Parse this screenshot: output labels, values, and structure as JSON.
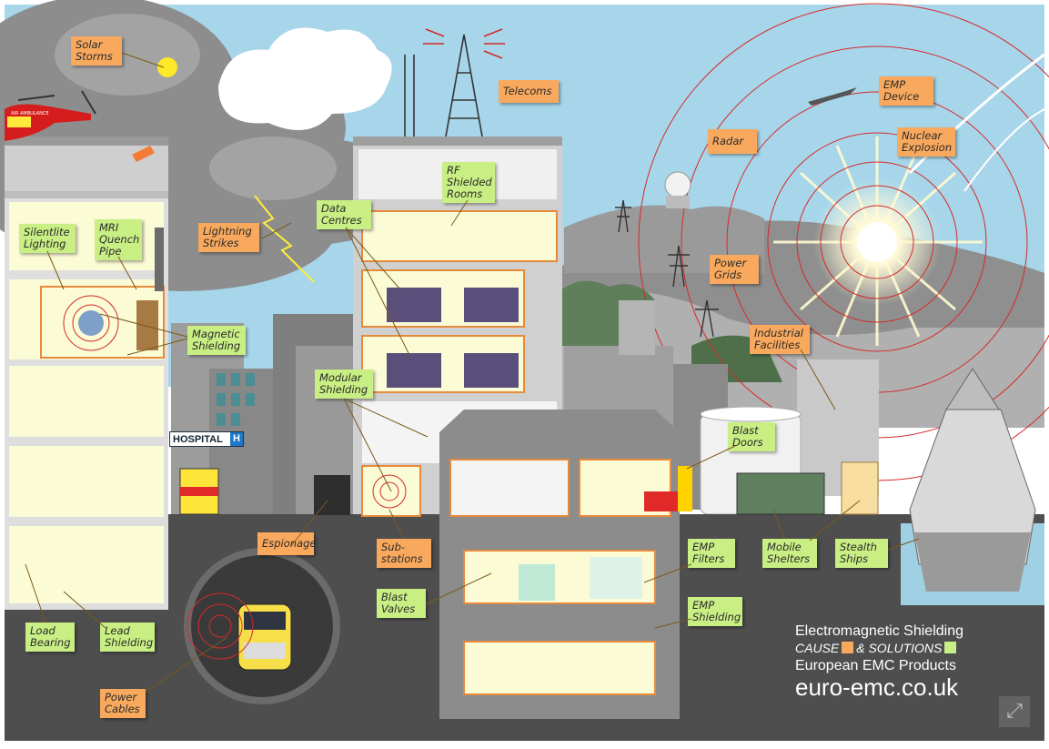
{
  "legend": {
    "line1": "Electromagnetic Shielding",
    "cause": "CAUSE",
    "solutions": "& SOLUTIONS",
    "line3": "European EMC Products",
    "url": "euro-emc.co.uk",
    "cause_color": "#f8a95e",
    "solution_color": "#c8ee84"
  },
  "signs": {
    "hospital": "HOSPITAL",
    "hospital_h": "H",
    "air_ambulance": "AIR AMBULANCE"
  },
  "causes": {
    "solar_storms": [
      "Solar",
      "Storms"
    ],
    "telecoms": [
      "Telecoms"
    ],
    "lightning": [
      "Lightning",
      "Strikes"
    ],
    "radar": [
      "Radar"
    ],
    "emp_device": [
      "EMP",
      "Device"
    ],
    "nuclear": [
      "Nuclear",
      "Explosion"
    ],
    "power_grids": [
      "Power",
      "Grids"
    ],
    "industrial": [
      "Industrial",
      "Facilities"
    ],
    "espionage": [
      "Espionage"
    ],
    "substations": [
      "Sub-",
      "stations"
    ],
    "power_cables": [
      "Power",
      "Cables"
    ]
  },
  "solutions": {
    "silentlite": [
      "Silentlite",
      "Lighting"
    ],
    "mri_quench": [
      "MRI",
      "Quench",
      "Pipe"
    ],
    "data_centres": [
      "Data",
      "Centres"
    ],
    "rf_rooms": [
      "RF",
      "Shielded",
      "Rooms"
    ],
    "magnetic": [
      "Magnetic",
      "Shielding"
    ],
    "modular": [
      "Modular",
      "Shielding"
    ],
    "blast_doors": [
      "Blast",
      "Doors"
    ],
    "emp_filters": [
      "EMP",
      "Filters"
    ],
    "emp_shielding": [
      "EMP",
      "Shielding"
    ],
    "blast_valves": [
      "Blast",
      "Valves"
    ],
    "mobile_shelters": [
      "Mobile",
      "Shelters"
    ],
    "stealth_ships": [
      "Stealth",
      "Ships"
    ],
    "load_bearing": [
      "Load",
      "Bearing"
    ],
    "lead_shielding": [
      "Lead",
      "Shielding"
    ]
  },
  "icons": {
    "fullscreen": "expand-icon"
  }
}
